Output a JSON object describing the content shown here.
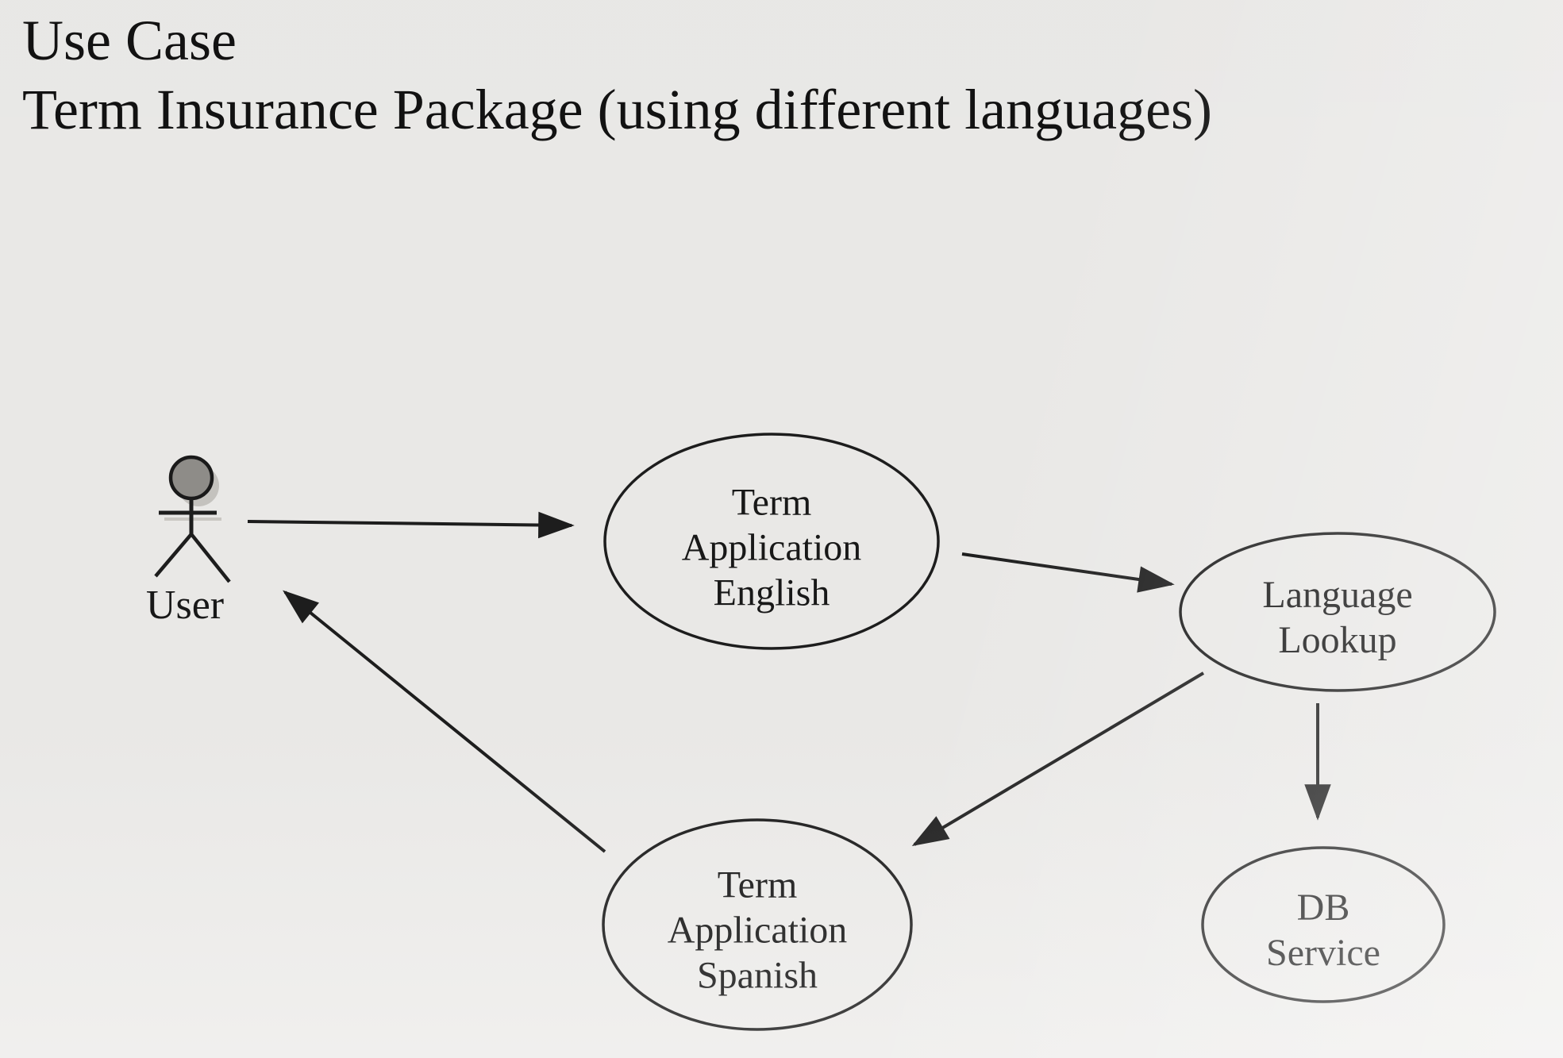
{
  "page": {
    "background_color": "#edecea",
    "ink_color": "#1d1d1d",
    "actor_head_color": "#908e8a"
  },
  "title": {
    "line1": "Use Case",
    "line2": "Term Insurance Package (using different languages)"
  },
  "actor": {
    "id": "user",
    "label": "User"
  },
  "nodes": {
    "english": {
      "id": "term-application-english",
      "line1": "Term",
      "line2": "Application",
      "line3": "English"
    },
    "lookup": {
      "id": "language-lookup",
      "line1": "Language",
      "line2": "Lookup"
    },
    "spanish": {
      "id": "term-application-spanish",
      "line1": "Term",
      "line2": "Application",
      "line3": "Spanish"
    },
    "db": {
      "id": "db-service",
      "line1": "DB",
      "line2": "Service"
    }
  },
  "edges": [
    {
      "id": "user-to-english",
      "from": "user",
      "to": "term-application-english"
    },
    {
      "id": "english-to-lookup",
      "from": "term-application-english",
      "to": "language-lookup"
    },
    {
      "id": "lookup-to-spanish",
      "from": "language-lookup",
      "to": "term-application-spanish"
    },
    {
      "id": "lookup-to-db",
      "from": "language-lookup",
      "to": "db-service"
    },
    {
      "id": "spanish-to-user",
      "from": "term-application-spanish",
      "to": "user"
    }
  ]
}
